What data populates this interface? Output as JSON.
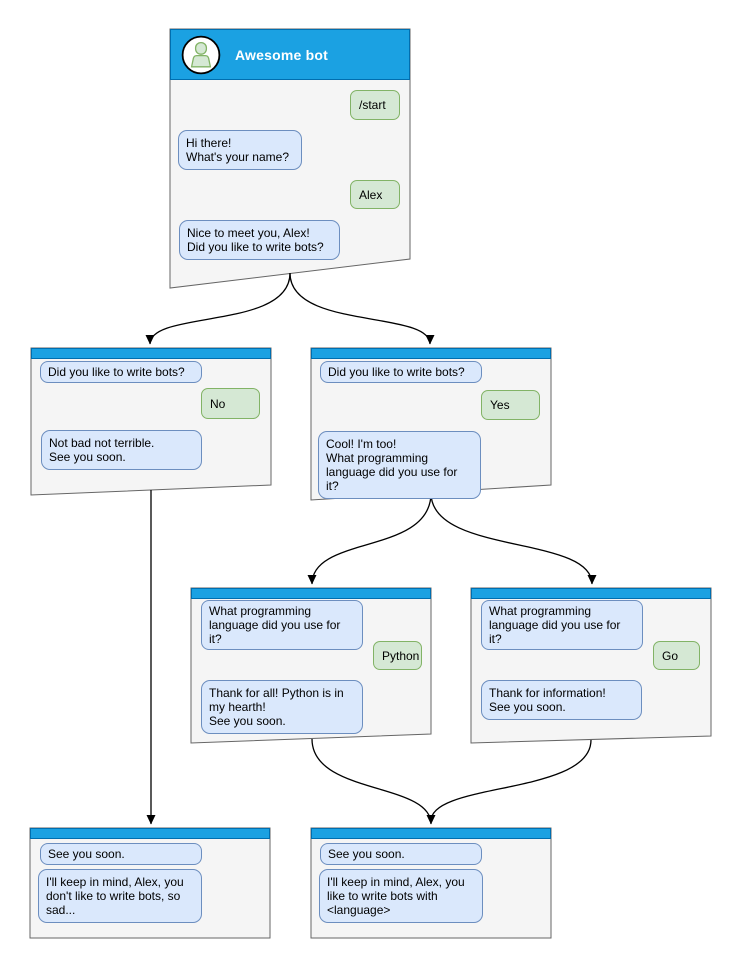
{
  "diagram": {
    "root": {
      "title": "Awesome bot",
      "messages": {
        "start_cmd": "/start",
        "greeting": "Hi there!\nWhat's your name?",
        "name_reply": "Alex",
        "bots_question": "Nice to meet you, Alex!\nDid you like to write bots?"
      }
    },
    "no_branch": {
      "question": "Did you like to write bots?",
      "answer": "No",
      "reply": "Not bad not terrible.\nSee you soon."
    },
    "yes_branch": {
      "question": "Did you like to write bots?",
      "answer": "Yes",
      "reply": "Cool! I'm too!\nWhat programming\nlanguage did you use for it?"
    },
    "python_branch": {
      "question": "What programming\nlanguage did you use for it?",
      "answer": "Python",
      "reply": "Thank for all! Python is in\nmy hearth!\nSee you soon."
    },
    "go_branch": {
      "question": "What programming\nlanguage did you use for it?",
      "answer": "Go",
      "reply": "Thank for information!\nSee you soon."
    },
    "end_no": {
      "question": "See you soon.",
      "reply": "I'll keep in mind, Alex, you\ndon't like to write bots, so\nsad..."
    },
    "end_yes": {
      "question": "See you soon.",
      "reply": "I'll keep in mind, Alex, you\nlike to write bots with\n<language>"
    }
  },
  "icons": {
    "avatar": "person-icon"
  },
  "colors": {
    "header_blue": "#1BA1E2",
    "header_border": "#006EAF",
    "node_fill": "#F5F5F5",
    "node_border": "#666666",
    "bot_bubble_fill": "#DAE8FC",
    "bot_bubble_border": "#6C8EBF",
    "user_bubble_fill": "#D5E8D4",
    "user_bubble_border": "#82B366",
    "connector": "#000000"
  }
}
